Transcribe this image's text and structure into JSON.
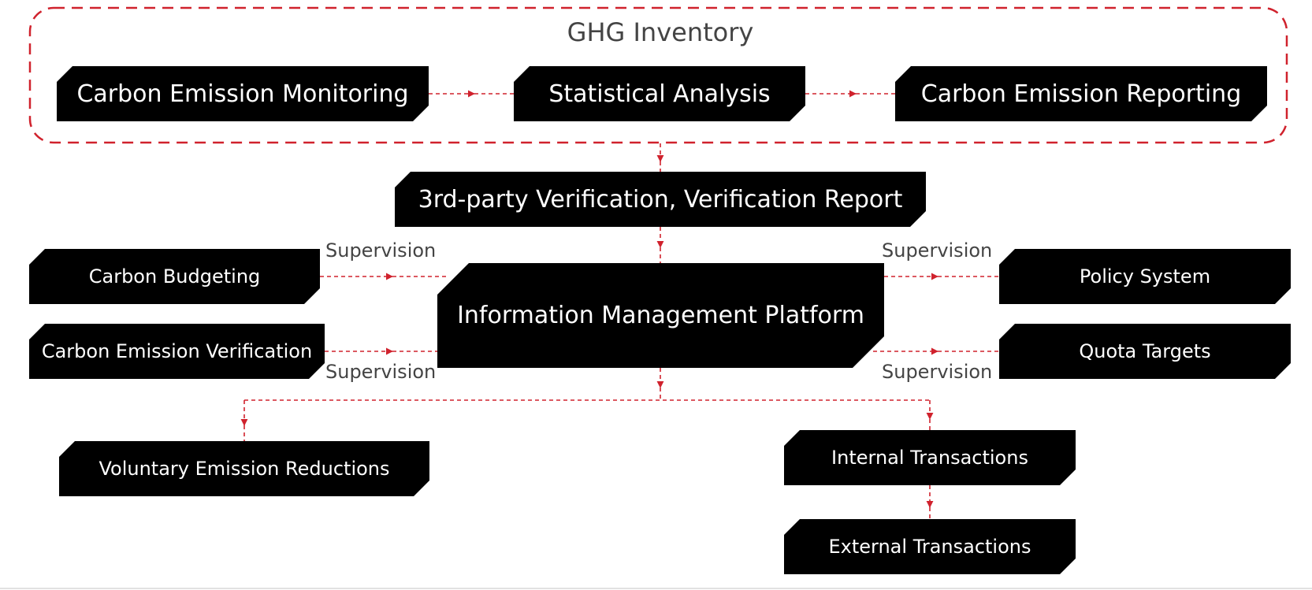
{
  "colors": {
    "accent": "#D0222D",
    "box": "#000000",
    "box_text": "#FFFFFF",
    "label": "#444444"
  },
  "group": {
    "title": "GHG Inventory"
  },
  "nodes": {
    "monitoring": "Carbon Emission Monitoring",
    "analysis": "Statistical Analysis",
    "reporting": "Carbon Emission Reporting",
    "verification_report": "3rd-party Verification, Verification Report",
    "platform": "Information Management Platform",
    "budgeting": "Carbon Budgeting",
    "emission_verification": "Carbon Emission Verification",
    "policy": "Policy System",
    "quota": "Quota Targets",
    "voluntary": "Voluntary Emission Reductions",
    "internal": "Internal Transactions",
    "external": "External Transactions"
  },
  "edge_labels": {
    "budgeting": "Supervision",
    "emission_verification": "Supervision",
    "policy": "Supervision",
    "quota": "Supervision"
  }
}
